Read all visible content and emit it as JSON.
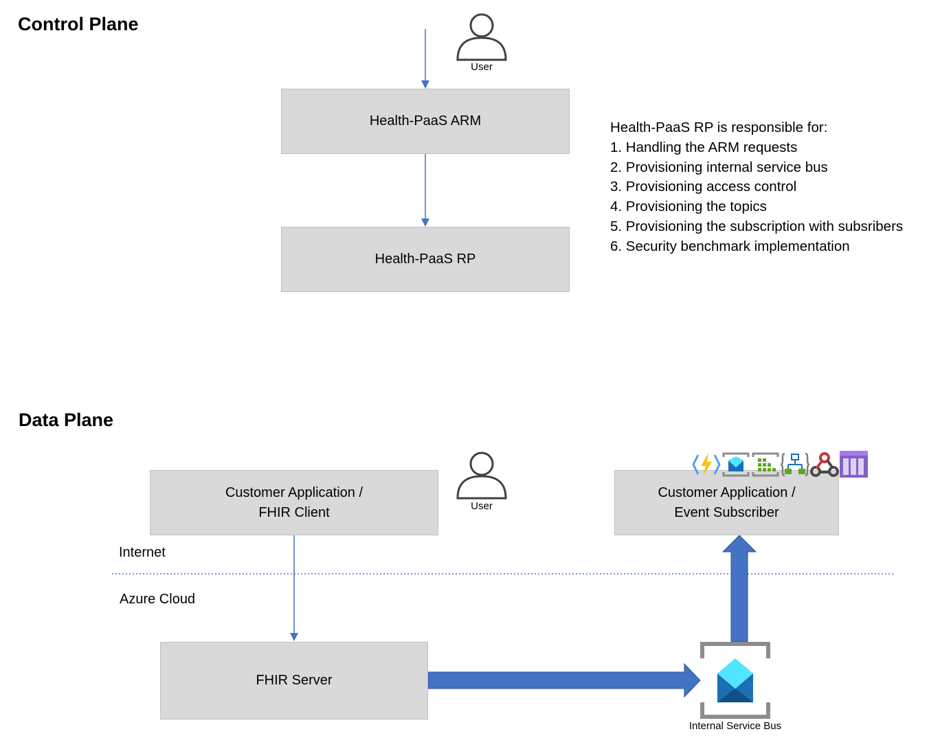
{
  "control_plane": {
    "title": "Control Plane",
    "user_label": "User",
    "arm_box": "Health-PaaS ARM",
    "rp_box": "Health-PaaS RP",
    "responsibilities": {
      "heading": "Health-PaaS RP is responsible for:",
      "items": [
        "1. Handling the ARM requests",
        "2. Provisioning internal service bus",
        "3. Provisioning access control",
        "4. Provisioning the topics",
        "5. Provisioning the subscription with subsribers",
        "6. Security benchmark implementation"
      ]
    }
  },
  "data_plane": {
    "title": "Data Plane",
    "client_box": [
      "Customer Application /",
      "FHIR Client"
    ],
    "user_label": "User",
    "subscriber_box": [
      "Customer Application /",
      "Event Subscriber"
    ],
    "internet_label": "Internet",
    "azure_label": "Azure Cloud",
    "fhir_box": "FHIR Server",
    "service_bus_label": "Internal Service Bus",
    "subscriber_icons": [
      "azure-functions-icon",
      "service-bus-icon",
      "event-hubs-icon",
      "logic-apps-icon",
      "webhook-icon",
      "storage-queue-icon"
    ]
  },
  "colors": {
    "connector": "#4472c4",
    "thick_arrow": "#4472c4",
    "thick_arrow_border": "#2f5597",
    "box_fill": "#d9d9d9",
    "box_border": "#bfbfbf",
    "divider": "#4472c4"
  }
}
